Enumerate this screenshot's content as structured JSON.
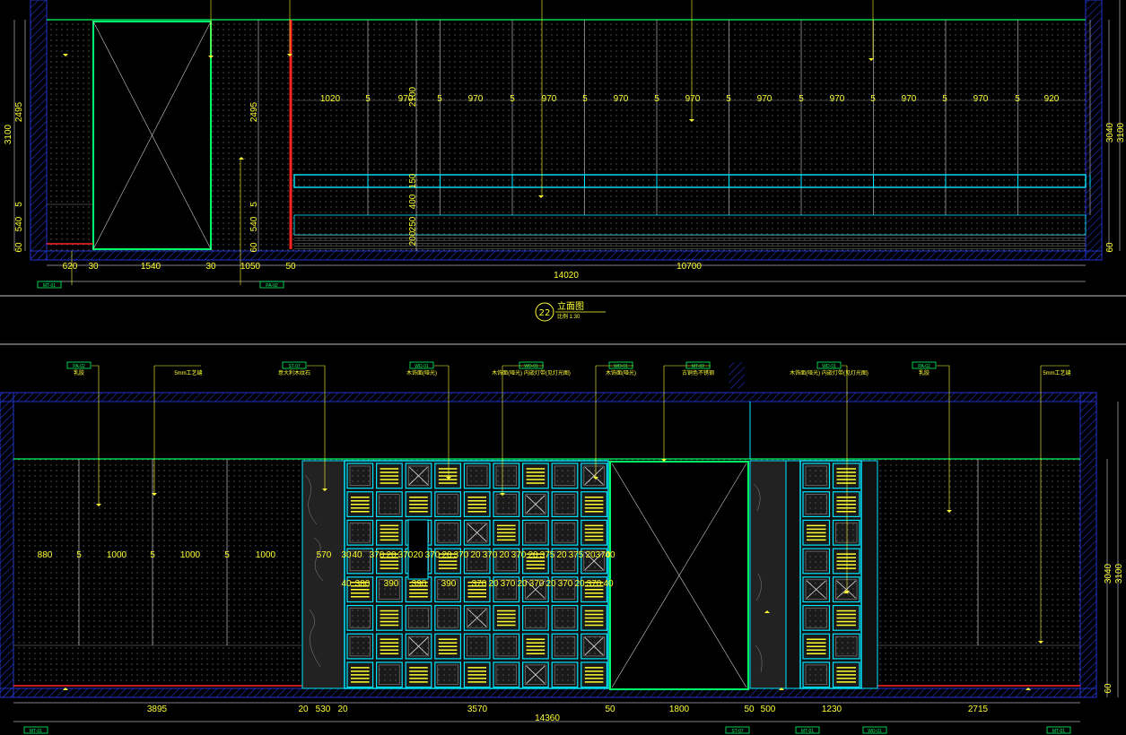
{
  "top_view": {
    "dims_top": [
      "1020",
      "5",
      "970",
      "5",
      "970",
      "5",
      "970",
      "5",
      "970",
      "5",
      "970",
      "5",
      "970",
      "5",
      "970",
      "5",
      "970",
      "5",
      "970",
      "5",
      "920"
    ],
    "dims_bottom": [
      "620",
      "30",
      "1540",
      "30",
      "1050",
      "50",
      "10700"
    ],
    "total": "14020",
    "left_v_dims": [
      "3100",
      "2495",
      "5",
      "540",
      "60"
    ],
    "mid_v_dims": [
      "2495",
      "5",
      "540",
      "60"
    ],
    "inner_v_dims": [
      "2100",
      "150",
      "400",
      "200",
      "250"
    ],
    "right_v_dims": [
      "3040",
      "3100",
      "60"
    ],
    "tags": [
      {
        "code": "MT-01"
      },
      {
        "code": "PA-02"
      }
    ]
  },
  "section_title": {
    "number": "22",
    "name": "立面图",
    "scale": "比例 1:30"
  },
  "bottom_view": {
    "callouts": [
      {
        "code": "PA-02",
        "note": "乳胶"
      },
      {
        "code": "",
        "note": "5mm工艺缝"
      },
      {
        "code": "ST-07",
        "note": "意大利木纹石"
      },
      {
        "code": "WD-01",
        "note": "木饰面(哑光)"
      },
      {
        "code": "WD-01",
        "note": "木饰面(哑光) 内嵌灯带(见灯光图)"
      },
      {
        "code": "WD-01",
        "note": "木饰面(哑光)"
      },
      {
        "code": "MT-02",
        "note": "古铜色不锈钢"
      },
      {
        "code": "WD-01",
        "note": "木饰面(哑光) 内嵌灯带(见灯光图)"
      },
      {
        "code": "PA-02",
        "note": "乳胶"
      },
      {
        "code": "",
        "note": "5mm工艺缝"
      }
    ],
    "row_dims_1": [
      "880",
      "5",
      "1000",
      "5",
      "1000",
      "5",
      "1000",
      "570",
      "30",
      "40",
      "370",
      "20",
      "370",
      "20",
      "370",
      "20",
      "370",
      "20",
      "370",
      "20",
      "370",
      "20",
      "375",
      "20",
      "375",
      "20",
      "370",
      "40"
    ],
    "row_dims_2": [
      "40",
      "380",
      "390",
      "390",
      "390",
      "370",
      "20",
      "370",
      "20",
      "370",
      "20",
      "370",
      "20",
      "370",
      "40"
    ],
    "bottom_dims": [
      "3895",
      "20",
      "530",
      "20",
      "3570",
      "50",
      "1800",
      "50",
      "500",
      "1230",
      "2715"
    ],
    "total": "14360",
    "right_v_dims": [
      "3040",
      "3100",
      "60"
    ],
    "bottom_tags": [
      {
        "code": "MT-01"
      },
      {
        "code": "ST-07"
      },
      {
        "code": "MT-01"
      },
      {
        "code": "WD-01"
      },
      {
        "code": "MT-01"
      }
    ]
  },
  "colors": {
    "green": "#00ff66",
    "cyan": "#00e5ff",
    "yellow": "#ffff33",
    "blue": "#2233cc",
    "red": "#ff2222",
    "grid": "#555555"
  }
}
